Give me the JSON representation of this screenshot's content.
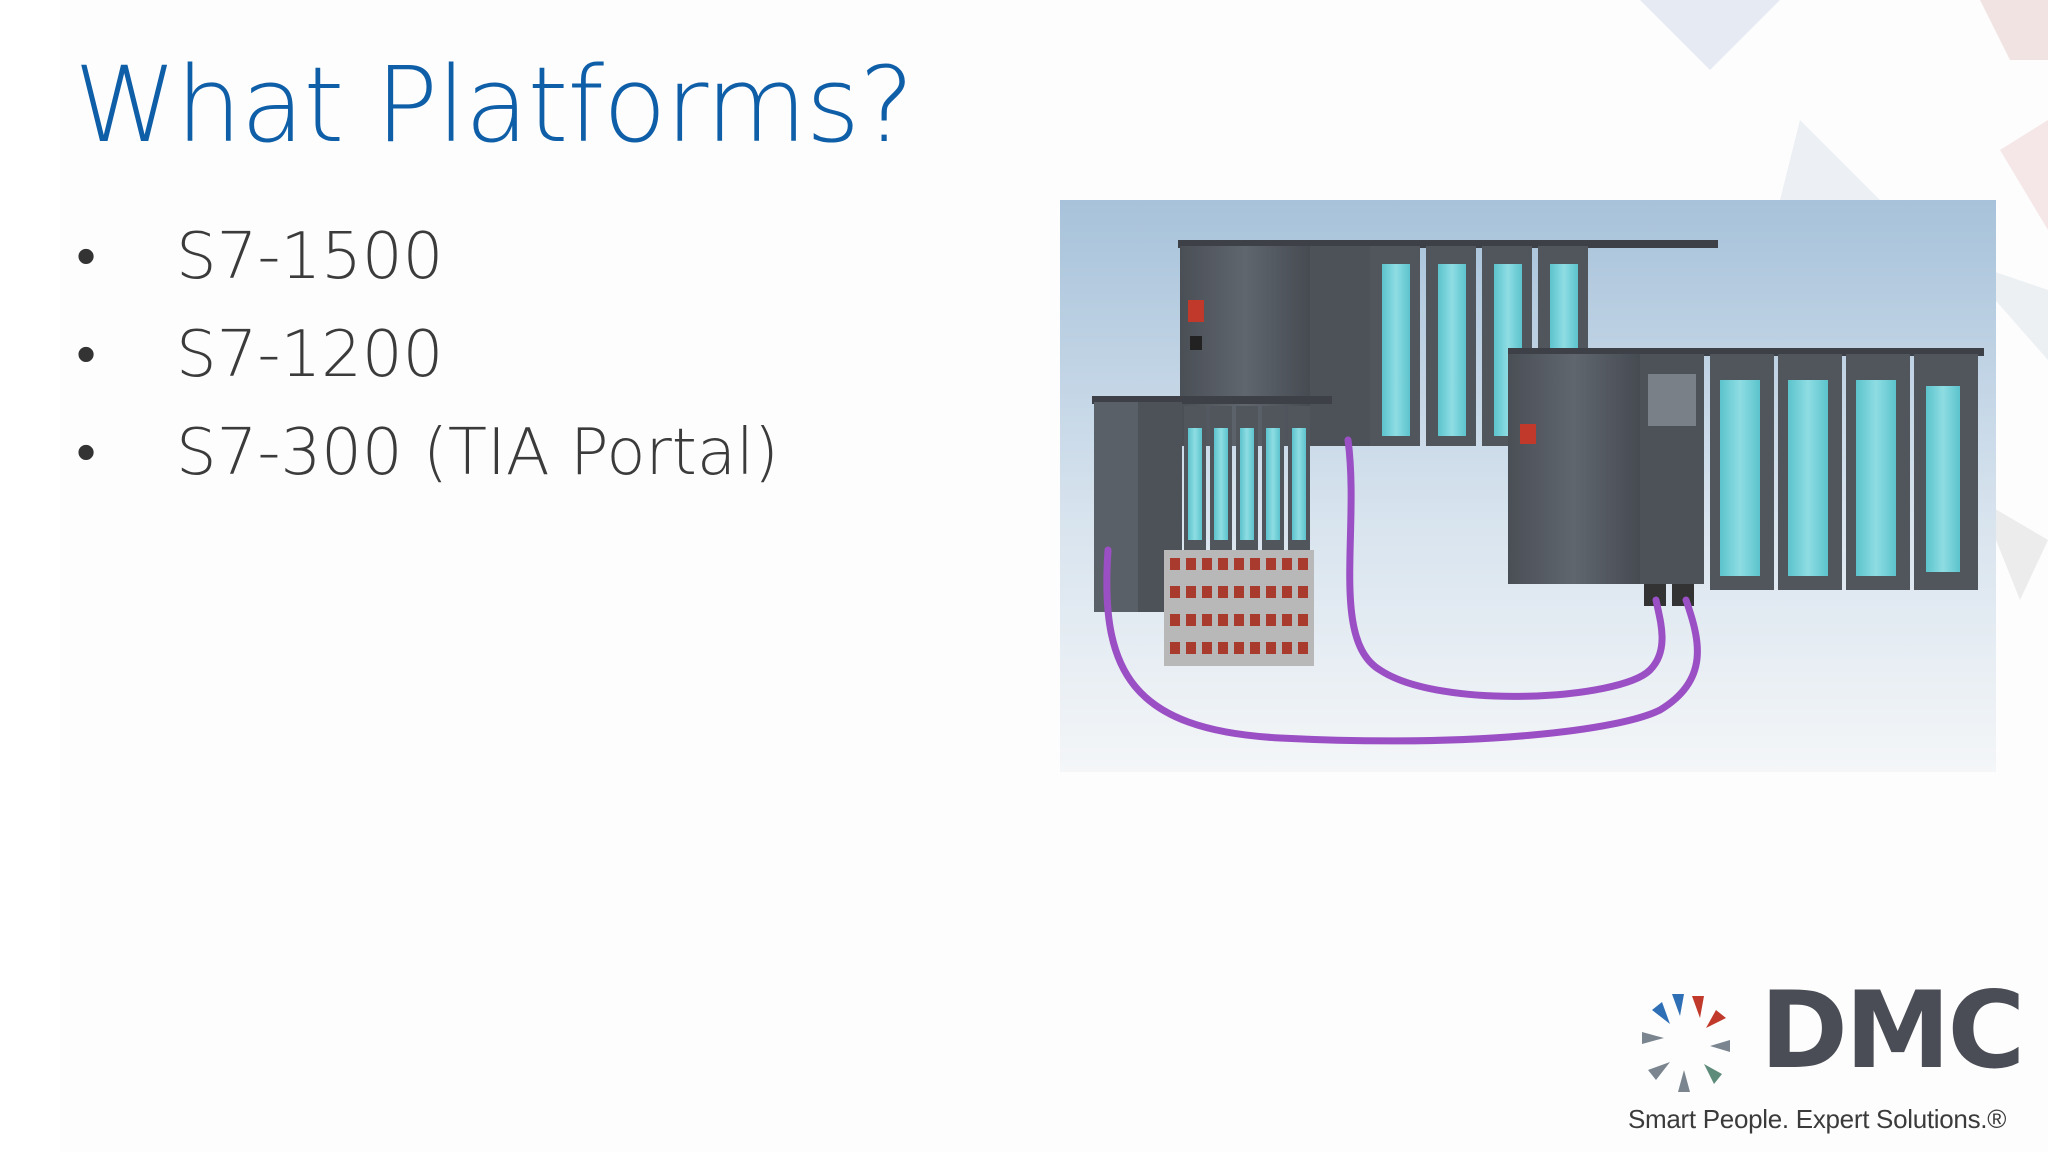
{
  "slide": {
    "title": "What Platforms?",
    "bullets": [
      {
        "text": "S7-1500"
      },
      {
        "text": "S7-1200"
      },
      {
        "text": "S7-300 (TIA Portal)"
      }
    ]
  },
  "logo": {
    "wordmark": "DMC",
    "tagline": "Smart People. Expert Solutions.®"
  },
  "colors": {
    "title": "#0f5ea8",
    "body_text": "#3b3b3b",
    "logo_text": "#4a4d55",
    "logo_blue": "#2f6fb5",
    "logo_red": "#c0392b",
    "logo_gray": "#7a8590",
    "logo_green": "#5e8c7a",
    "profibus_cable": "#9b4fc4",
    "io_module_strip": "#7fd3da"
  },
  "icons": {
    "logo_mark": "dmc-starburst-icon",
    "bullet": "bullet-dot"
  }
}
